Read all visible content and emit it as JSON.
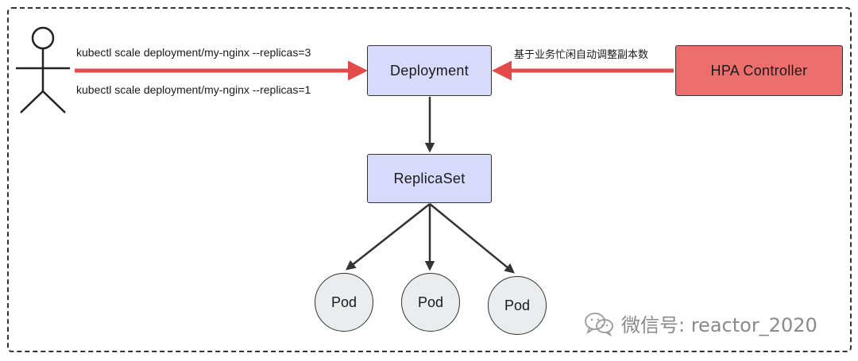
{
  "actor": {
    "icon": "stick-figure-user-icon"
  },
  "commands": {
    "scale_up": "kubectl scale deployment/my-nginx --replicas=3",
    "scale_down": "kubectl scale deployment/my-nginx --replicas=1"
  },
  "nodes": {
    "deployment": "Deployment",
    "replicaset": "ReplicaSet",
    "hpa": "HPA Controller",
    "pods": [
      "Pod",
      "Pod",
      "Pod"
    ]
  },
  "hpa_note": "基于业务忙闲自动调整副本数",
  "watermark": {
    "icon": "wechat-icon",
    "text": "微信号: reactor_2020"
  },
  "colors": {
    "workload_fill": "#d8dafb",
    "hpa_fill": "#ec6f6d",
    "pod_fill": "#eaecee",
    "control_arrow": "#e24b4a",
    "ownership_arrow": "#333333"
  }
}
